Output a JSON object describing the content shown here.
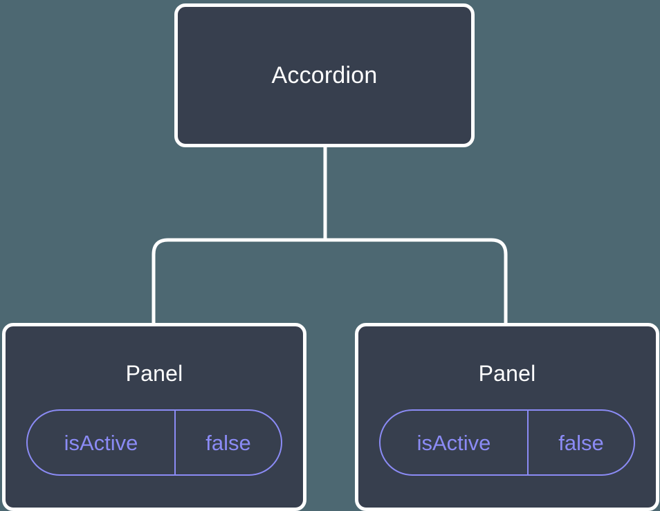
{
  "diagram": {
    "type": "component-tree",
    "background_color": "#4d6872",
    "node_fill_color": "#373f4e",
    "node_border_color": "#ffffff",
    "node_text_color": "#ffffff",
    "badge_color": "#8b8bf5",
    "connector_color": "#ffffff"
  },
  "root": {
    "title": "Accordion"
  },
  "children": [
    {
      "title": "Panel",
      "state": {
        "key": "isActive",
        "value": "false"
      }
    },
    {
      "title": "Panel",
      "state": {
        "key": "isActive",
        "value": "false"
      }
    }
  ]
}
